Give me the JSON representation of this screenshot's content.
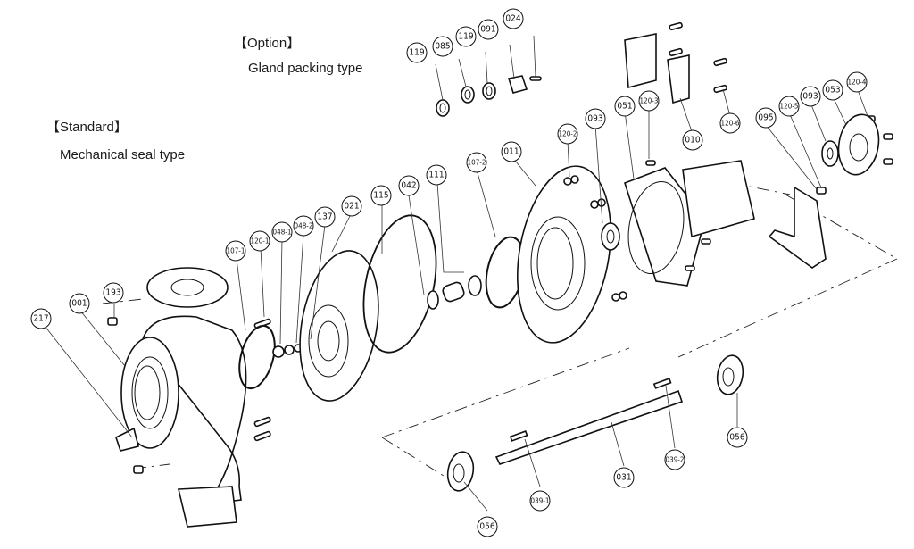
{
  "sections": {
    "option": {
      "heading": "【Option】",
      "subtitle": "Gland packing type"
    },
    "standard": {
      "heading": "【Standard】",
      "subtitle": "Mechanical seal type"
    }
  },
  "callouts": [
    {
      "id": "217",
      "label": "217"
    },
    {
      "id": "001",
      "label": "001"
    },
    {
      "id": "193",
      "label": "193"
    },
    {
      "id": "107-1",
      "label": "107-1"
    },
    {
      "id": "120-1",
      "label": "120-1"
    },
    {
      "id": "048-1",
      "label": "048-1"
    },
    {
      "id": "048-2",
      "label": "048-2"
    },
    {
      "id": "137",
      "label": "137"
    },
    {
      "id": "021",
      "label": "021"
    },
    {
      "id": "115",
      "label": "115"
    },
    {
      "id": "042",
      "label": "042"
    },
    {
      "id": "111",
      "label": "111"
    },
    {
      "id": "107-2",
      "label": "107-2"
    },
    {
      "id": "011",
      "label": "011"
    },
    {
      "id": "120-2",
      "label": "120-2"
    },
    {
      "id": "093a",
      "label": "093"
    },
    {
      "id": "051",
      "label": "051"
    },
    {
      "id": "120-3",
      "label": "120-3"
    },
    {
      "id": "010",
      "label": "010"
    },
    {
      "id": "120-6",
      "label": "120-6"
    },
    {
      "id": "095",
      "label": "095"
    },
    {
      "id": "120-5",
      "label": "120-5"
    },
    {
      "id": "093b",
      "label": "093"
    },
    {
      "id": "053",
      "label": "053"
    },
    {
      "id": "120-4",
      "label": "120-4"
    },
    {
      "id": "119a",
      "label": "119"
    },
    {
      "id": "085",
      "label": "085"
    },
    {
      "id": "119b",
      "label": "119"
    },
    {
      "id": "091",
      "label": "091"
    },
    {
      "id": "024",
      "label": "024"
    },
    {
      "id": "056a",
      "label": "056"
    },
    {
      "id": "039-1",
      "label": "039-1"
    },
    {
      "id": "031",
      "label": "031"
    },
    {
      "id": "039-2",
      "label": "039-2"
    },
    {
      "id": "056b",
      "label": "056"
    }
  ]
}
